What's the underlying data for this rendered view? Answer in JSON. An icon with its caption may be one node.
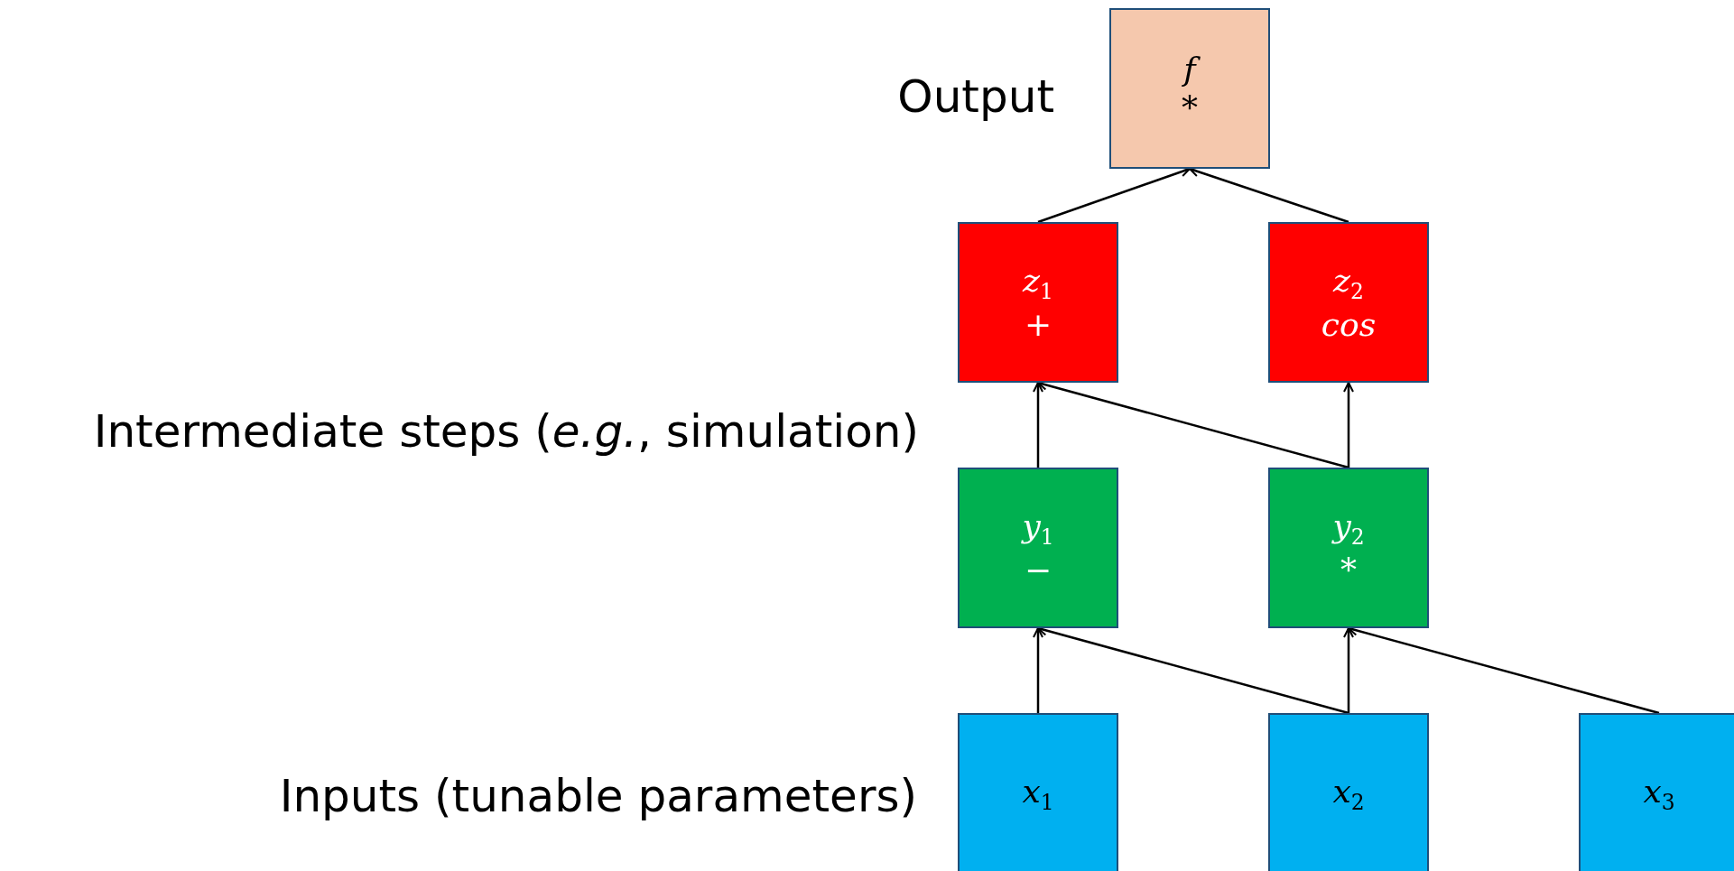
{
  "diagram": {
    "nodes": [
      {
        "text": [
          "f",
          "*"
        ]
      },
      {
        "text": [
          "z$_{1}$",
          "+"
        ]
      },
      {
        "text": [
          "z$_{2}$",
          "cos"
        ]
      },
      {
        "text": [
          "y$_{1}$",
          "−"
        ]
      },
      {
        "text": [
          "y$_{2}$",
          "*"
        ]
      },
      {
        "text": [
          "x$_{1}$"
        ]
      },
      {
        "text": [
          "x$_{2}$"
        ]
      },
      {
        "text": [
          "x$_{3}$"
        ]
      }
    ],
    "edges": [
      {
        "from": 5,
        "to": 3,
        "arrow": "to"
      },
      {
        "from": 6,
        "to": 3,
        "arrow": "to"
      },
      {
        "from": 6,
        "to": 4,
        "arrow": "to"
      },
      {
        "from": 7,
        "to": 4,
        "arrow": "to"
      },
      {
        "from": 3,
        "to": 1,
        "arrow": "to"
      },
      {
        "from": 4,
        "to": 1,
        "arrow": "to"
      },
      {
        "from": 4,
        "to": 2,
        "arrow": "to"
      },
      {
        "from": 1,
        "to": 0,
        "arrow": "to"
      },
      {
        "from": 2,
        "to": 0,
        "arrow": "to"
      }
    ],
    "labels": [
      "Output",
      "Intermediate steps (*e.g.*, simulation)",
      "Inputs (tunable parameters)"
    ]
  }
}
